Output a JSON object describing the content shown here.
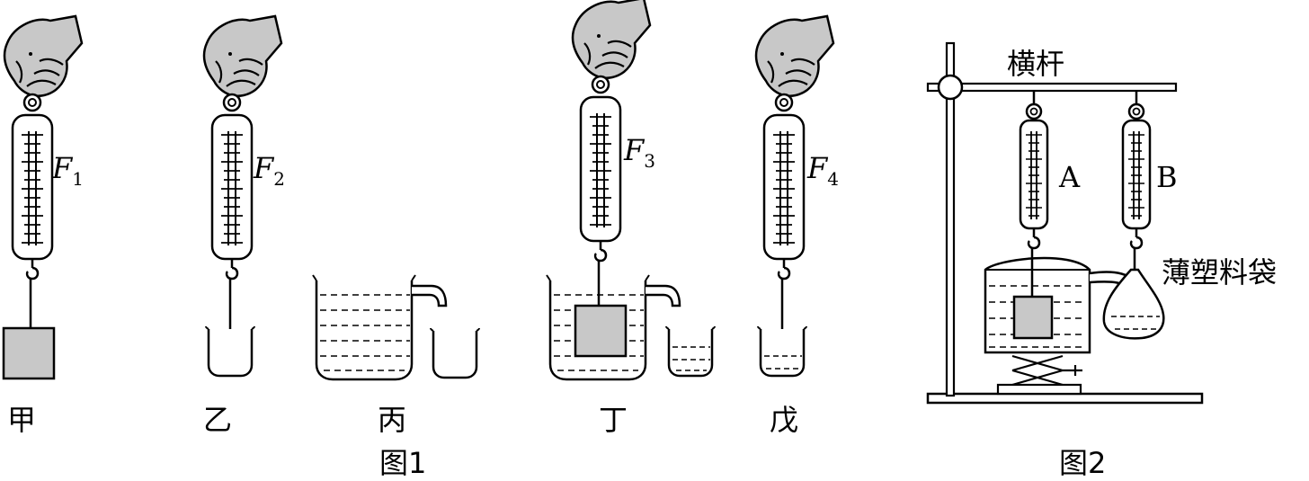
{
  "figure1": {
    "caption": "图1",
    "panels": {
      "jia": {
        "label": "甲",
        "force_symbol": "F",
        "force_sub": "1"
      },
      "yi": {
        "label": "乙",
        "force_symbol": "F",
        "force_sub": "2"
      },
      "bing": {
        "label": "丙"
      },
      "ding": {
        "label": "丁",
        "force_symbol": "F",
        "force_sub": "3"
      },
      "wu": {
        "label": "戊",
        "force_symbol": "F",
        "force_sub": "4"
      }
    }
  },
  "figure2": {
    "caption": "图2",
    "crossbar_label": "横杆",
    "scale_a_label": "A",
    "scale_b_label": "B",
    "bag_label": "薄塑料袋"
  },
  "colors": {
    "stroke": "#000000",
    "object_fill": "#c8c8c8",
    "background": "#ffffff"
  }
}
